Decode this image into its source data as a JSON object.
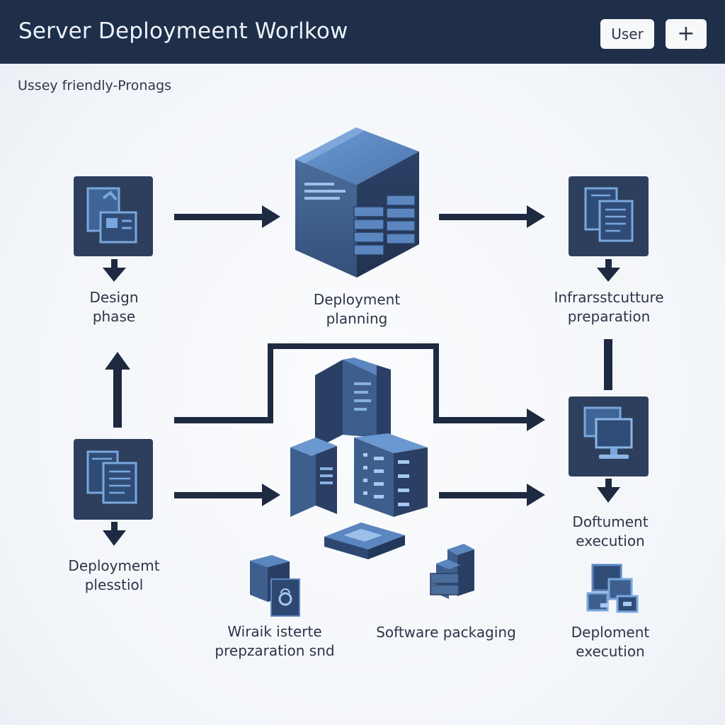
{
  "header": {
    "title": "Server Deploymeent Worlkow",
    "user_label": "User",
    "add_label": "+"
  },
  "subtitle": "Ussey friendly-Pronags",
  "colors": {
    "header_bg": "#1f2f4a",
    "node_dark": "#2d3f5c",
    "accent_blue": "#5b86c0",
    "arrow": "#1e2a40"
  },
  "nodes": [
    {
      "id": "design",
      "line1": "Design",
      "line2": "phase",
      "icon": "design-documents-icon"
    },
    {
      "id": "planning",
      "line1": "Deployment",
      "line2": "planning",
      "icon": "server-cube-icon"
    },
    {
      "id": "infra",
      "line1": "Infrarsstcutture",
      "line2": "preparation",
      "icon": "documents-icon"
    },
    {
      "id": "plan2",
      "line1": "Deploymemt",
      "line2": "plesstiol",
      "icon": "documents-icon"
    },
    {
      "id": "execution1",
      "line1": "Doftument",
      "line2": "execution",
      "icon": "monitor-icon"
    },
    {
      "id": "env",
      "line1": "Wiraik isterte",
      "line2": "prepzaration snd",
      "icon": "server-lock-icon"
    },
    {
      "id": "packaging",
      "line1": "Software packaging",
      "line2": "",
      "icon": "server-stack-icon"
    },
    {
      "id": "execution2",
      "line1": "Deploment",
      "line2": "execution",
      "icon": "monitors-icon"
    }
  ]
}
